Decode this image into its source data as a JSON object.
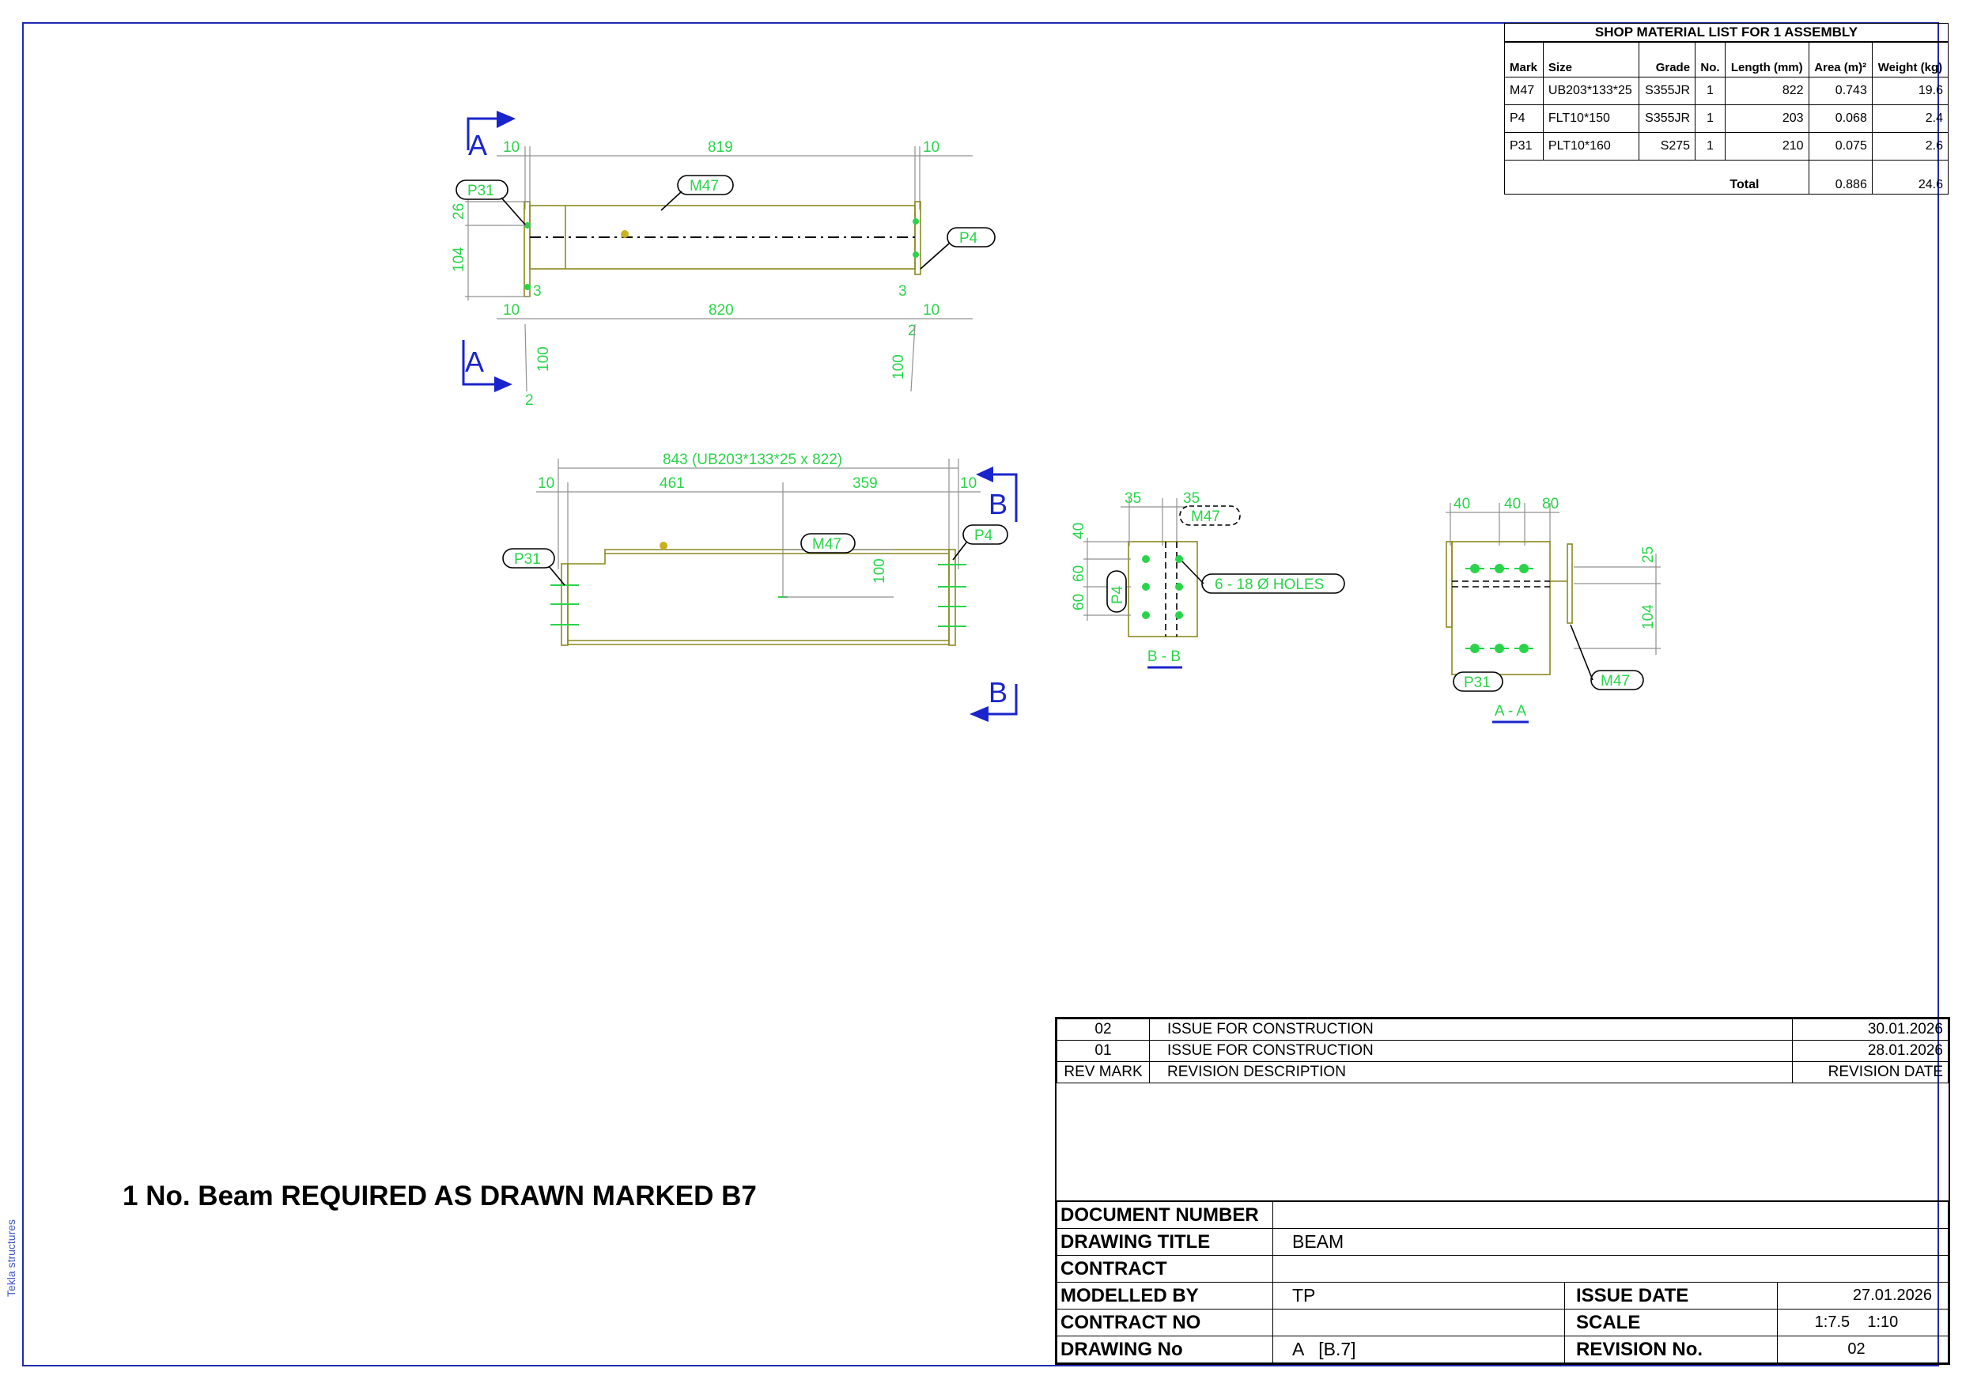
{
  "side_label": "Tekla structures",
  "bom": {
    "title": "SHOP MATERIAL LIST FOR 1 ASSEMBLY",
    "headers": {
      "mark": "Mark",
      "size": "Size",
      "grade": "Grade",
      "no": "No.",
      "length": "Length (mm)",
      "area": "Area (m)²",
      "weight": "Weight (kg)"
    },
    "rows": [
      {
        "mark": "M47",
        "size": "UB203*133*25",
        "grade": "S355JR",
        "no": "1",
        "length": "822",
        "area": "0.743",
        "weight": "19.6"
      },
      {
        "mark": "P4",
        "size": "FLT10*150",
        "grade": "S355JR",
        "no": "1",
        "length": "203",
        "area": "0.068",
        "weight": "2.4"
      },
      {
        "mark": "P31",
        "size": "PLT10*160",
        "grade": "S275",
        "no": "1",
        "length": "210",
        "area": "0.075",
        "weight": "2.6"
      }
    ],
    "total_label": "Total",
    "total_area": "0.886",
    "total_weight": "24.6"
  },
  "revisions": [
    {
      "mark": "02",
      "description": "ISSUE FOR CONSTRUCTION",
      "date": "30.01.2026"
    },
    {
      "mark": "01",
      "description": "ISSUE FOR CONSTRUCTION",
      "date": "28.01.2026"
    }
  ],
  "revision_header": {
    "mark": "REV MARK",
    "description": "REVISION DESCRIPTION",
    "date": "REVISION DATE"
  },
  "title_block": {
    "document_number_label": "DOCUMENT NUMBER",
    "document_number": "",
    "drawing_title_label": "DRAWING TITLE",
    "drawing_title": "BEAM",
    "contract_label": "CONTRACT",
    "contract": "",
    "modelled_by_label": "MODELLED BY",
    "modelled_by": "TP",
    "issue_date_label": "ISSUE DATE",
    "issue_date": "27.01.2026",
    "contract_no_label": "CONTRACT NO",
    "contract_no": "",
    "scale_label": "SCALE",
    "scale": "1:7.5    1:10",
    "drawing_no_label": "DRAWING No",
    "drawing_no": "A   [B.7]",
    "revision_no_label": "REVISION No.",
    "revision_no": "02"
  },
  "required_note": "1 No. Beam REQUIRED AS DRAWN MARKED B7",
  "views": {
    "top_view": {
      "dims_top": [
        "10",
        "819",
        "10"
      ],
      "dims_bottom": [
        "10",
        "820",
        "10"
      ],
      "dims_left": [
        "26",
        "104"
      ],
      "small": [
        "3",
        "3",
        "2",
        "2",
        "100",
        "100"
      ],
      "tags": [
        "P31",
        "M47",
        "P4"
      ],
      "section": "A"
    },
    "front_view": {
      "overall": "843 (UB203*133*25 x 822)",
      "dims": [
        "10",
        "461",
        "359",
        "10"
      ],
      "vertical": "100",
      "tags": [
        "P31",
        "M47",
        "P4"
      ],
      "section": "B"
    },
    "section_bb": {
      "dims_top": [
        "35",
        "35"
      ],
      "dims_left": [
        "40",
        "60",
        "60"
      ],
      "tags": [
        "M47",
        "P4"
      ],
      "holes_note": "6 - 18 Ø HOLES",
      "label": "B - B"
    },
    "section_aa": {
      "dims_top": [
        "40",
        "40",
        "80"
      ],
      "dims_right": [
        "25",
        "104"
      ],
      "tags": [
        "P31",
        "M47"
      ],
      "label": "A - A"
    }
  },
  "colors": {
    "border": "#1f2bb0",
    "dimension": "#2ad44a",
    "section_arrow": "#1a24cc",
    "part_outline": "#8a8a20"
  }
}
